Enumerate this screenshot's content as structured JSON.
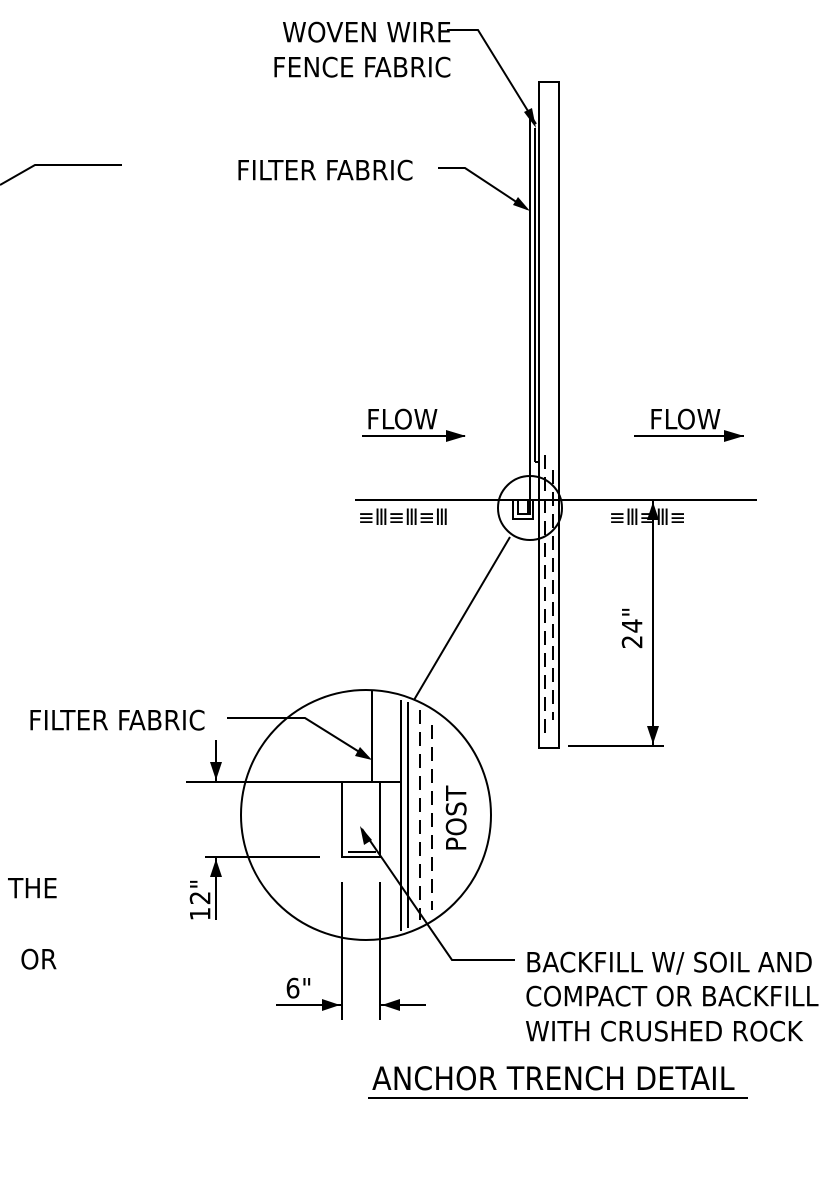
{
  "labels": {
    "woven_wire_line1": "WOVEN WIRE",
    "woven_wire_line2": "FENCE FABRIC",
    "filter_fabric_top": "FILTER FABRIC",
    "flow_left": "FLOW",
    "flow_right": "FLOW",
    "depth_dim": "24\"",
    "filter_fabric_detail": "FILTER FABRIC",
    "post": "POST",
    "depth_12": "12\"",
    "width_6": "6\"",
    "backfill_line1": "BACKFILL W/ SOIL AND",
    "backfill_line2": "COMPACT OR BACKFILL",
    "backfill_line3": "WITH CRUSHED ROCK",
    "partial_the": "THE",
    "partial_or": "OR",
    "title": "ANCHOR TRENCH DETAIL",
    "soil_hatch_left": "≡Ⅲ≡Ⅲ≡Ⅲ",
    "soil_hatch_right": "≡Ⅲ≡Ⅲ≡"
  }
}
